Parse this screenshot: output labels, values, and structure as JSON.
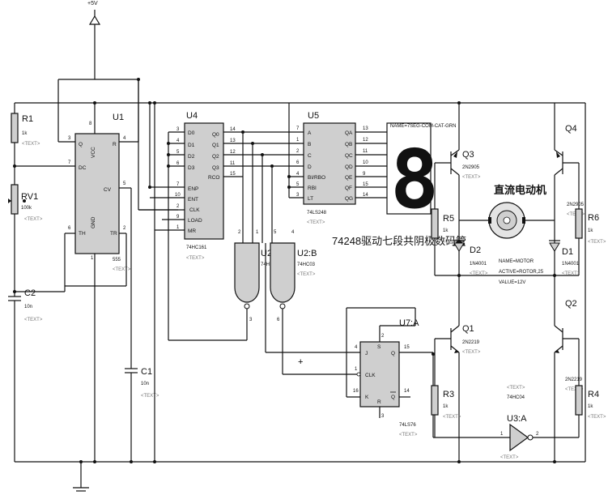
{
  "diagram": {
    "power_label": "+5V",
    "components": {
      "r1": {
        "ref": "R1",
        "value": "1k",
        "text": "<TEXT>"
      },
      "rv1": {
        "ref": "RV1",
        "value": "100k",
        "text": "<TEXT>"
      },
      "c2": {
        "ref": "C2",
        "value": "10n",
        "text": "<TEXT>"
      },
      "c1": {
        "ref": "C1",
        "value": "10n",
        "text": "<TEXT>"
      },
      "u1": {
        "ref": "U1",
        "part": "555",
        "text": "<TEXT>",
        "pins": {
          "q": "Q",
          "r": "R",
          "vcc": "VCC",
          "dc": "DC",
          "cv": "CV",
          "gnd": "GND",
          "th": "TH",
          "tr": "TR"
        },
        "nums": {
          "q": "3",
          "r": "4",
          "vcc": "8",
          "dc": "7",
          "cv": "5",
          "th": "6",
          "tr": "2",
          "gnd": "1"
        }
      },
      "u4": {
        "ref": "U4",
        "part": "74HC161",
        "text": "<TEXT>",
        "pins": {
          "d0": "D0",
          "d1": "D1",
          "d2": "D2",
          "d3": "D3",
          "enp": "ENP",
          "ent": "ENT",
          "clk": "CLK",
          "load": "LOAD",
          "mr": "MR",
          "q0": "Q0",
          "q1": "Q1",
          "q2": "Q2",
          "q3": "Q3",
          "rco": "RCO"
        },
        "nums": {
          "d0": "3",
          "d1": "4",
          "d2": "5",
          "d3": "6",
          "enp": "7",
          "ent": "10",
          "clk": "2",
          "load": "9",
          "mr": "1",
          "q0": "14",
          "q1": "13",
          "q2": "12",
          "q3": "11",
          "rco": "15"
        }
      },
      "u5": {
        "ref": "U5",
        "part": "74LS248",
        "text": "<TEXT>",
        "pins": {
          "a": "A",
          "b": "B",
          "c": "C",
          "d": "D",
          "birbo": "BI/RBO",
          "rbi": "RBI",
          "lt": "LT",
          "qa": "QA",
          "qb": "QB",
          "qc": "QC",
          "qd": "QD",
          "qe": "QE",
          "qf": "QF",
          "qg": "QG"
        },
        "nums": {
          "a": "7",
          "b": "1",
          "c": "2",
          "d": "6",
          "birbo": "4",
          "rbi": "5",
          "lt": "3",
          "qa": "13",
          "qb": "12",
          "qc": "11",
          "qd": "10",
          "qe": "9",
          "qf": "15",
          "qg": "14"
        }
      },
      "display": {
        "name": "NAME=7SEG-COM-CAT-GRN",
        "digit": "8"
      },
      "u2a": {
        "ref": "U2",
        "part": "74H",
        "n1": "2",
        "n2": "1",
        "n3": "3"
      },
      "u2b": {
        "ref": "U2:B",
        "part": "74HC03",
        "text": "<TEXT>",
        "n1": "5",
        "n2": "4",
        "n3": "6"
      },
      "u7": {
        "ref": "U7:A",
        "part": "74LS76",
        "text": "<TEXT>",
        "pins": {
          "j": "J",
          "clk": "CLK",
          "k": "K",
          "q": "Q",
          "qbar": "Q",
          "s": "S",
          "r": "R"
        },
        "nums": {
          "j": "4",
          "clk": "1",
          "k": "16",
          "q": "15",
          "qbar": "14",
          "s": "2",
          "r": "3"
        }
      },
      "caption": "74248驱动七段共阴极数码管",
      "q3": {
        "ref": "Q3",
        "part": "2N2905",
        "text": "<TEXT>"
      },
      "q4": {
        "ref": "Q4",
        "part": "2N2905",
        "text": "<TEXT>"
      },
      "q1": {
        "ref": "Q1",
        "part": "2N2219",
        "text": "<TEXT>"
      },
      "q2": {
        "ref": "Q2",
        "part": "2N2219",
        "text": "<TEXT>"
      },
      "r5": {
        "ref": "R5",
        "value": "1k",
        "text": "<TEXT>"
      },
      "r6": {
        "ref": "R6",
        "value": "1k",
        "text": "<TEXT>"
      },
      "r3": {
        "ref": "R3",
        "value": "1k",
        "text": "<TEXT>"
      },
      "r4": {
        "ref": "R4",
        "value": "1k",
        "text": "<TEXT>"
      },
      "d2": {
        "ref": "D2",
        "part": "1N4001",
        "text": "<TEXT>"
      },
      "d1": {
        "ref": "D1",
        "part": "1N4001",
        "text": "<TEXT>"
      },
      "motor": {
        "title": "直流电动机",
        "name": "NAME=MOTOR",
        "active": "ACTIVE=ROTOR,25",
        "value": "VALUE=12V"
      },
      "u3": {
        "ref": "U3:A",
        "part": "74HC04",
        "text": "<TEXT>",
        "n_in": "1",
        "n_out": "2",
        "top_text": "<TEXT>"
      }
    }
  }
}
